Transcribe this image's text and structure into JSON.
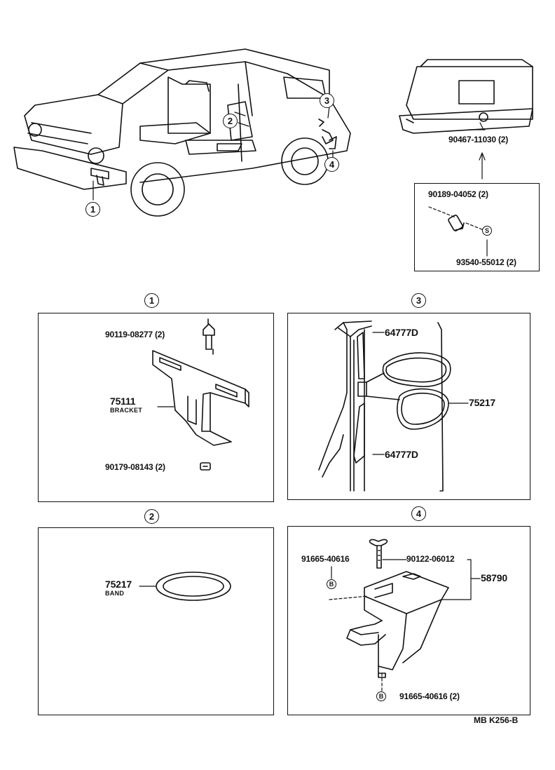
{
  "overview": {
    "callouts": [
      "1",
      "2",
      "3",
      "4"
    ],
    "rear_part": "90467-11030 (2)",
    "detail_parts": {
      "bolt": "90189-04052 (2)",
      "nut": "93540-55012 (2)",
      "nut_symbol": "S"
    }
  },
  "panels": [
    {
      "number": "1",
      "parts": {
        "bolt": "90119-08277 (2)",
        "bracket_no": "75111",
        "bracket_name": "BRACKET",
        "nut": "90179-08143 (2)"
      }
    },
    {
      "number": "2",
      "parts": {
        "band_no": "75217",
        "band_name": "BAND"
      }
    },
    {
      "number": "3",
      "parts": {
        "grommet_upper": "64777D",
        "band": "75217",
        "grommet_lower": "64777D"
      }
    },
    {
      "number": "4",
      "parts": {
        "bolt_ref": "91665-40616",
        "wing_bolt": "90122-06012",
        "assembly": "58790",
        "bolt_bottom": "91665-40616 (2)",
        "bolt_symbol": "B"
      }
    }
  ],
  "footer": {
    "code": "MB  K256-B"
  }
}
